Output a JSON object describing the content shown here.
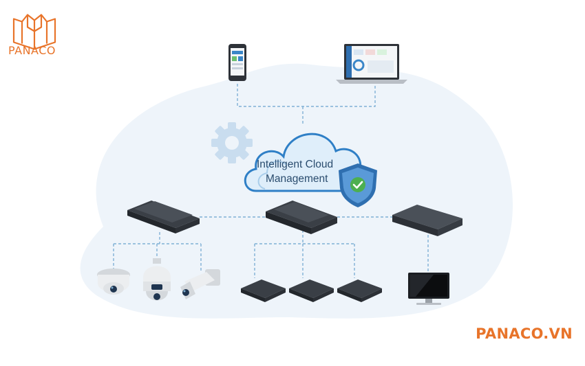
{
  "brand": {
    "logo_text": "PANACO",
    "website": "PANACO.VN",
    "logo_icon": "open-book-icon",
    "accent_color": "#e8742a"
  },
  "cloud": {
    "line1": "Intelligent Cloud",
    "line2": "Management",
    "icon": "cloud-icon",
    "shield_icon": "shield-check-icon",
    "gear_icon": "gear-icon"
  },
  "colors": {
    "background_blob": "#eef4fa",
    "connector": "#7fb0d4",
    "cloud_blue": "#2f7fc6",
    "shield_green": "#4caf50"
  }
}
